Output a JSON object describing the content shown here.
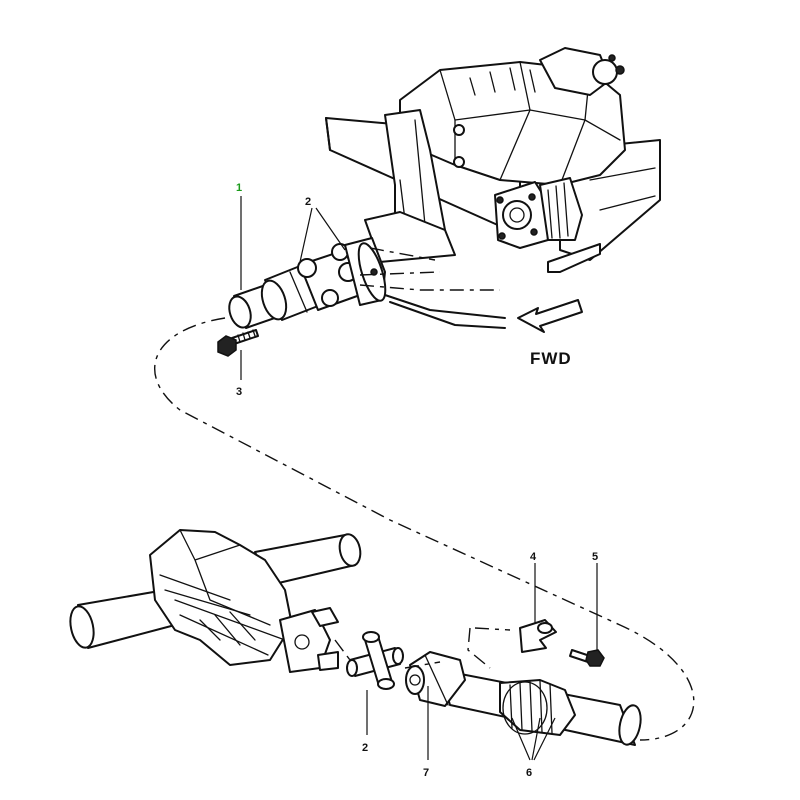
{
  "diagram": {
    "direction_label": "FWD",
    "callouts": {
      "c1": "1",
      "c2_top": "2",
      "c3": "3",
      "c4": "4",
      "c5": "5",
      "c2_bottom": "2",
      "c6": "6",
      "c7": "7"
    },
    "colors": {
      "line": "#111111",
      "background": "#ffffff",
      "highlight_callout": "#1a9a1a"
    }
  }
}
